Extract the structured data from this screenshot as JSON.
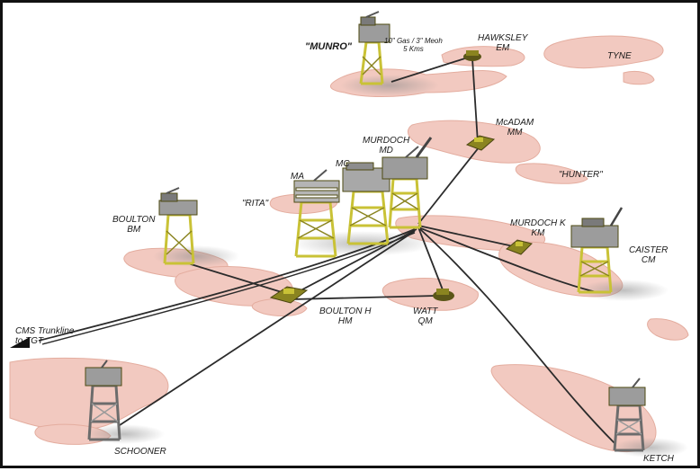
{
  "labels": {
    "munro": "\"MUNRO\"",
    "pipe_note_1": "10\" Gas / 3\" Meoh",
    "pipe_note_2": "5 Kms",
    "hawksley_1": "HAWKSLEY",
    "hawksley_2": "EM",
    "tyne": "TYNE",
    "mcadam_1": "McADAM",
    "mcadam_2": "MM",
    "murdoch_1": "MURDOCH",
    "murdoch_2": "MD",
    "hunter": "\"HUNTER\"",
    "mc": "MC",
    "ma": "MA",
    "rita": "\"RITA\"",
    "boulton_1": "BOULTON",
    "boulton_2": "BM",
    "murdoch_k_1": "MURDOCH K",
    "murdoch_k_2": "KM",
    "caister_1": "CAISTER",
    "caister_2": "CM",
    "boulton_h_1": "BOULTON H",
    "boulton_h_2": "HM",
    "watt_1": "WATT",
    "watt_2": "QM",
    "cms_1": "CMS Trunkline",
    "cms_2": "to TGT",
    "schooner": "SCHOONER",
    "ketch": "KETCH"
  },
  "colors": {
    "field": "#f2c9c0",
    "field_edge": "#e6b2a6",
    "platform_steel": "#c9c236",
    "platform_dark": "#6f6a1c",
    "deck": "#9c9c9c",
    "pipeline": "#2b2b2b",
    "border": "#111111"
  }
}
